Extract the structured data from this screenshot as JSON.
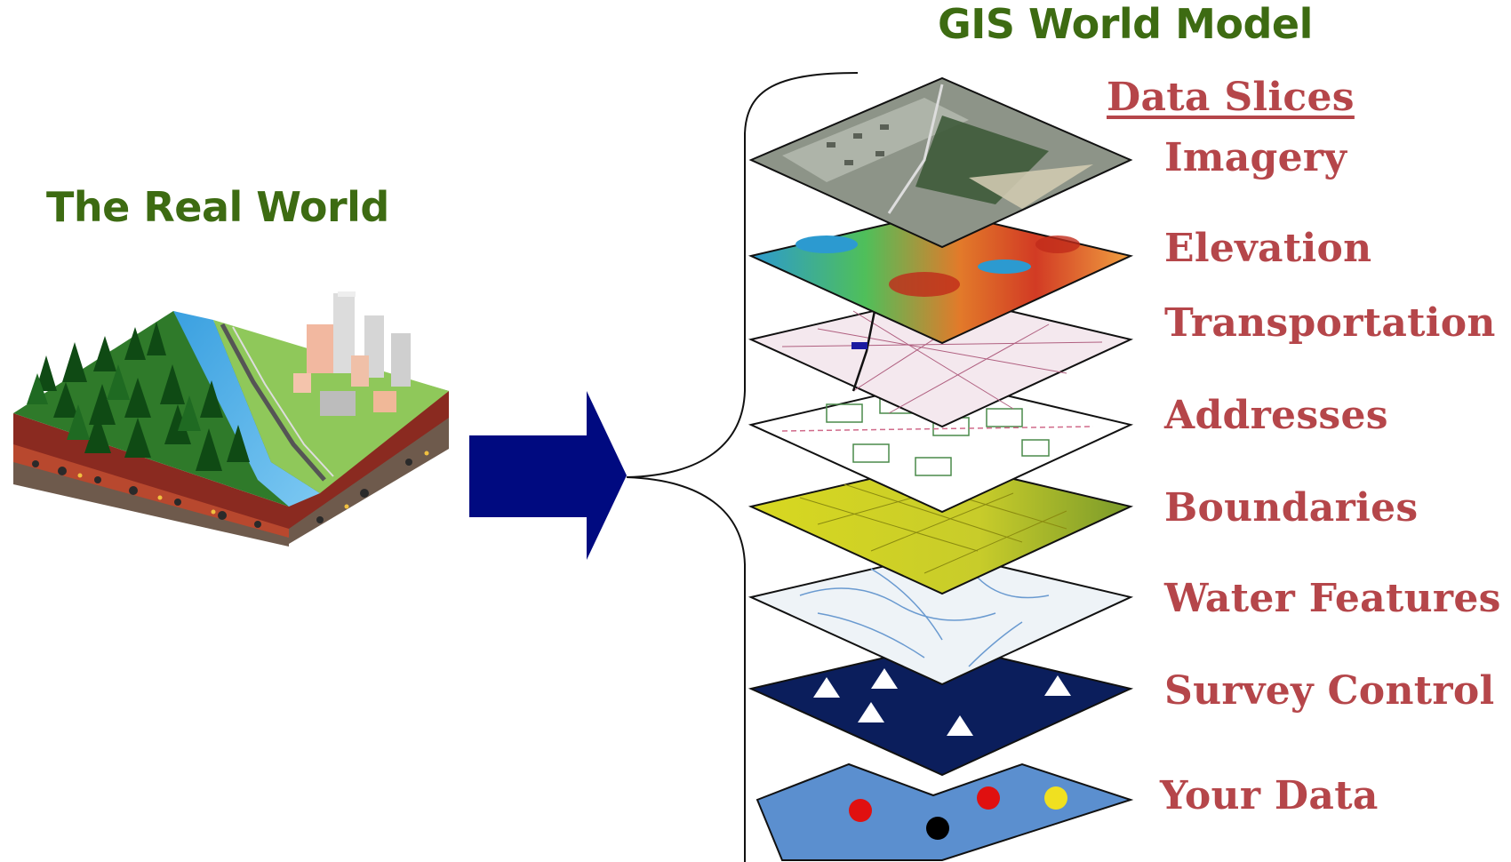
{
  "gis_title": "GIS World Model",
  "real_world_title": "The Real World",
  "slices_heading": "Data Slices",
  "layers": [
    {
      "label": "Imagery"
    },
    {
      "label": "Elevation"
    },
    {
      "label": "Transportation"
    },
    {
      "label": "Addresses"
    },
    {
      "label": "Boundaries"
    },
    {
      "label": "Water Features"
    },
    {
      "label": "Survey Control"
    },
    {
      "label": "Your Data"
    }
  ],
  "colors": {
    "title_green": "#3d6b12",
    "label_red": "#b5464a",
    "arrow_navy": "#000a80",
    "survey_navy": "#0b1e5c",
    "your_data_blue": "#5b8fcf"
  }
}
